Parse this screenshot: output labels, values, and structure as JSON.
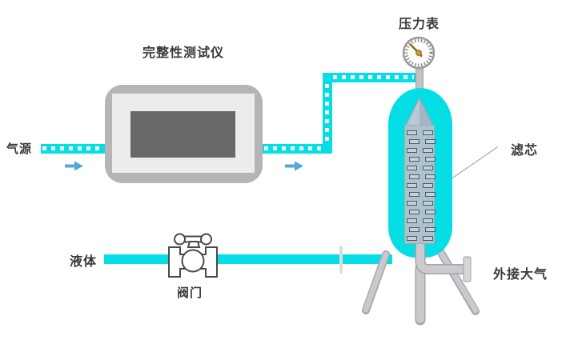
{
  "labels": {
    "gas_source": "气源",
    "tester": "完整性测试仪",
    "pressure_gauge": "压力表",
    "filter_cartridge": "滤芯",
    "liquid": "液体",
    "valve": "阀门",
    "atmosphere_vent": "外接大气"
  },
  "colors": {
    "pipe_cyan": "#06DEE6",
    "arrow_blue": "#55A8D5",
    "device_body_gray": "#B5B5B8",
    "device_panel_gray": "#ECECEC",
    "device_screen_gray": "#68686B",
    "cartridge_gray_blue": "#AEC2CD",
    "metal_gray": "#C9C9CD",
    "gauge_needle_gold": "#8A6A1E",
    "label_text": "#3A3A3A"
  },
  "icons": {
    "pressure_gauge": "pressure-gauge-icon",
    "valve": "valve-icon",
    "flow_arrow": "flow-arrow-icon"
  },
  "cartridge_slots": {
    "rows": 13,
    "columns": 2
  }
}
